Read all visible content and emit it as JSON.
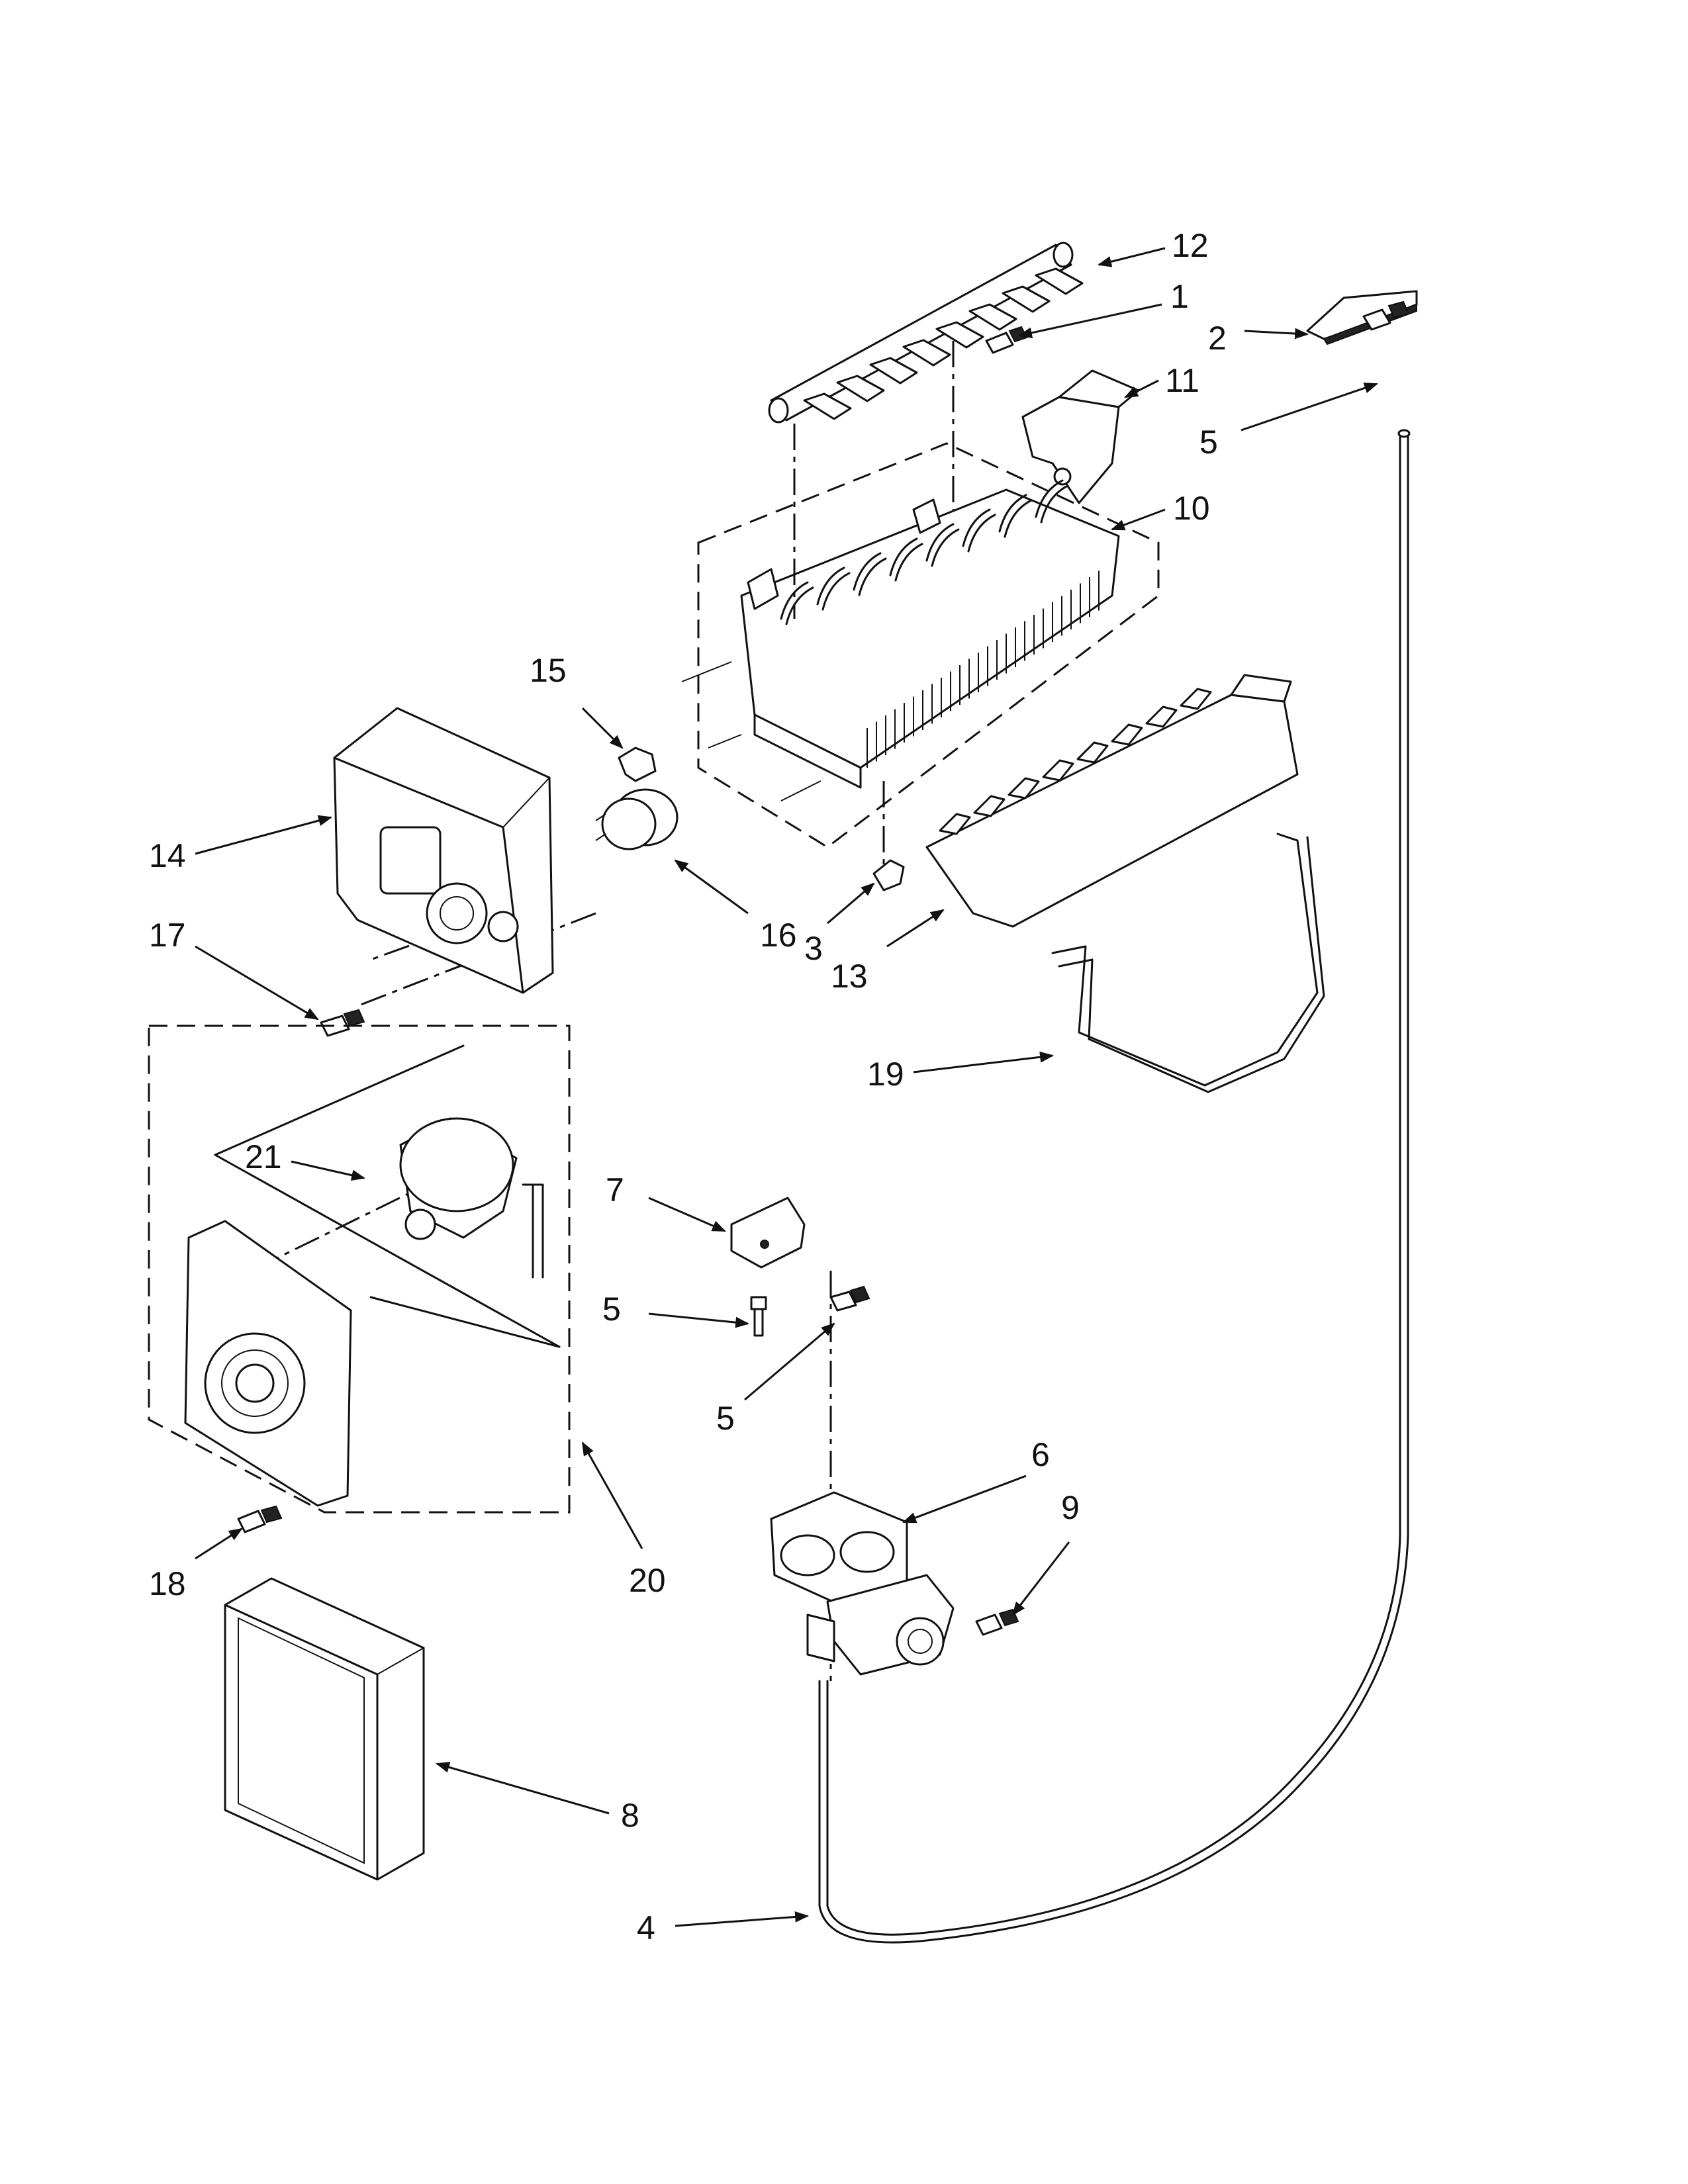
{
  "callouts": [
    {
      "id": "c12",
      "text": "12"
    },
    {
      "id": "c1",
      "text": "1"
    },
    {
      "id": "c2",
      "text": "2"
    },
    {
      "id": "c11",
      "text": "11"
    },
    {
      "id": "c5a",
      "text": "5"
    },
    {
      "id": "c10",
      "text": "10"
    },
    {
      "id": "c15",
      "text": "15"
    },
    {
      "id": "c14",
      "text": "14"
    },
    {
      "id": "c16",
      "text": "16"
    },
    {
      "id": "c3",
      "text": "3"
    },
    {
      "id": "c13",
      "text": "13"
    },
    {
      "id": "c17",
      "text": "17"
    },
    {
      "id": "c19",
      "text": "19"
    },
    {
      "id": "c21",
      "text": "21"
    },
    {
      "id": "c7",
      "text": "7"
    },
    {
      "id": "c5b",
      "text": "5"
    },
    {
      "id": "c5c",
      "text": "5"
    },
    {
      "id": "c6",
      "text": "6"
    },
    {
      "id": "c9",
      "text": "9"
    },
    {
      "id": "c18",
      "text": "18"
    },
    {
      "id": "c20",
      "text": "20"
    },
    {
      "id": "c8",
      "text": "8"
    },
    {
      "id": "c4",
      "text": "4"
    }
  ]
}
